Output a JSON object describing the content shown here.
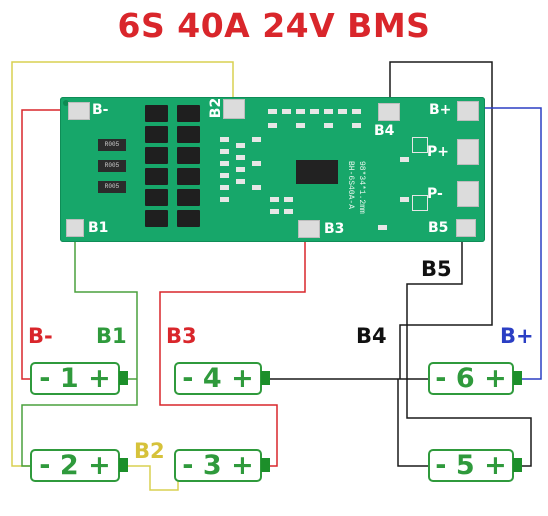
{
  "title": "6S 40A 24V BMS",
  "colors": {
    "title": "#d9262b",
    "pcb": "#17a76a",
    "cell_border": "#2f9a3c",
    "wire_red": "#d9262b",
    "wire_green": "#4aa03d",
    "wire_yellow": "#d8d050",
    "wire_black": "#1a1a1a",
    "wire_blue": "#2b3fc4",
    "label_black": "#111111",
    "label_green": "#2f9a3c",
    "label_yellow": "#d6c23a"
  },
  "board": {
    "pads": {
      "b_minus": "B-",
      "b1": "B1",
      "b2": "B2",
      "b3": "B3",
      "b4": "B4",
      "b5": "B5",
      "b_plus": "B+",
      "p_plus": "P+",
      "p_minus": "P-"
    },
    "resistor_marking": "R005",
    "silkscreen": [
      "98*34*1.2mm",
      "BH-6S40A-A"
    ]
  },
  "cells": [
    {
      "label": "- 1 +"
    },
    {
      "label": "- 2 +"
    },
    {
      "label": "- 3 +"
    },
    {
      "label": "- 4 +"
    },
    {
      "label": "- 5 +"
    },
    {
      "label": "- 6 +"
    }
  ],
  "wire_labels": {
    "b_minus": "B-",
    "b1": "B1",
    "b2": "B2",
    "b3": "B3",
    "b4": "B4",
    "b5": "B5",
    "b_plus": "B+"
  }
}
